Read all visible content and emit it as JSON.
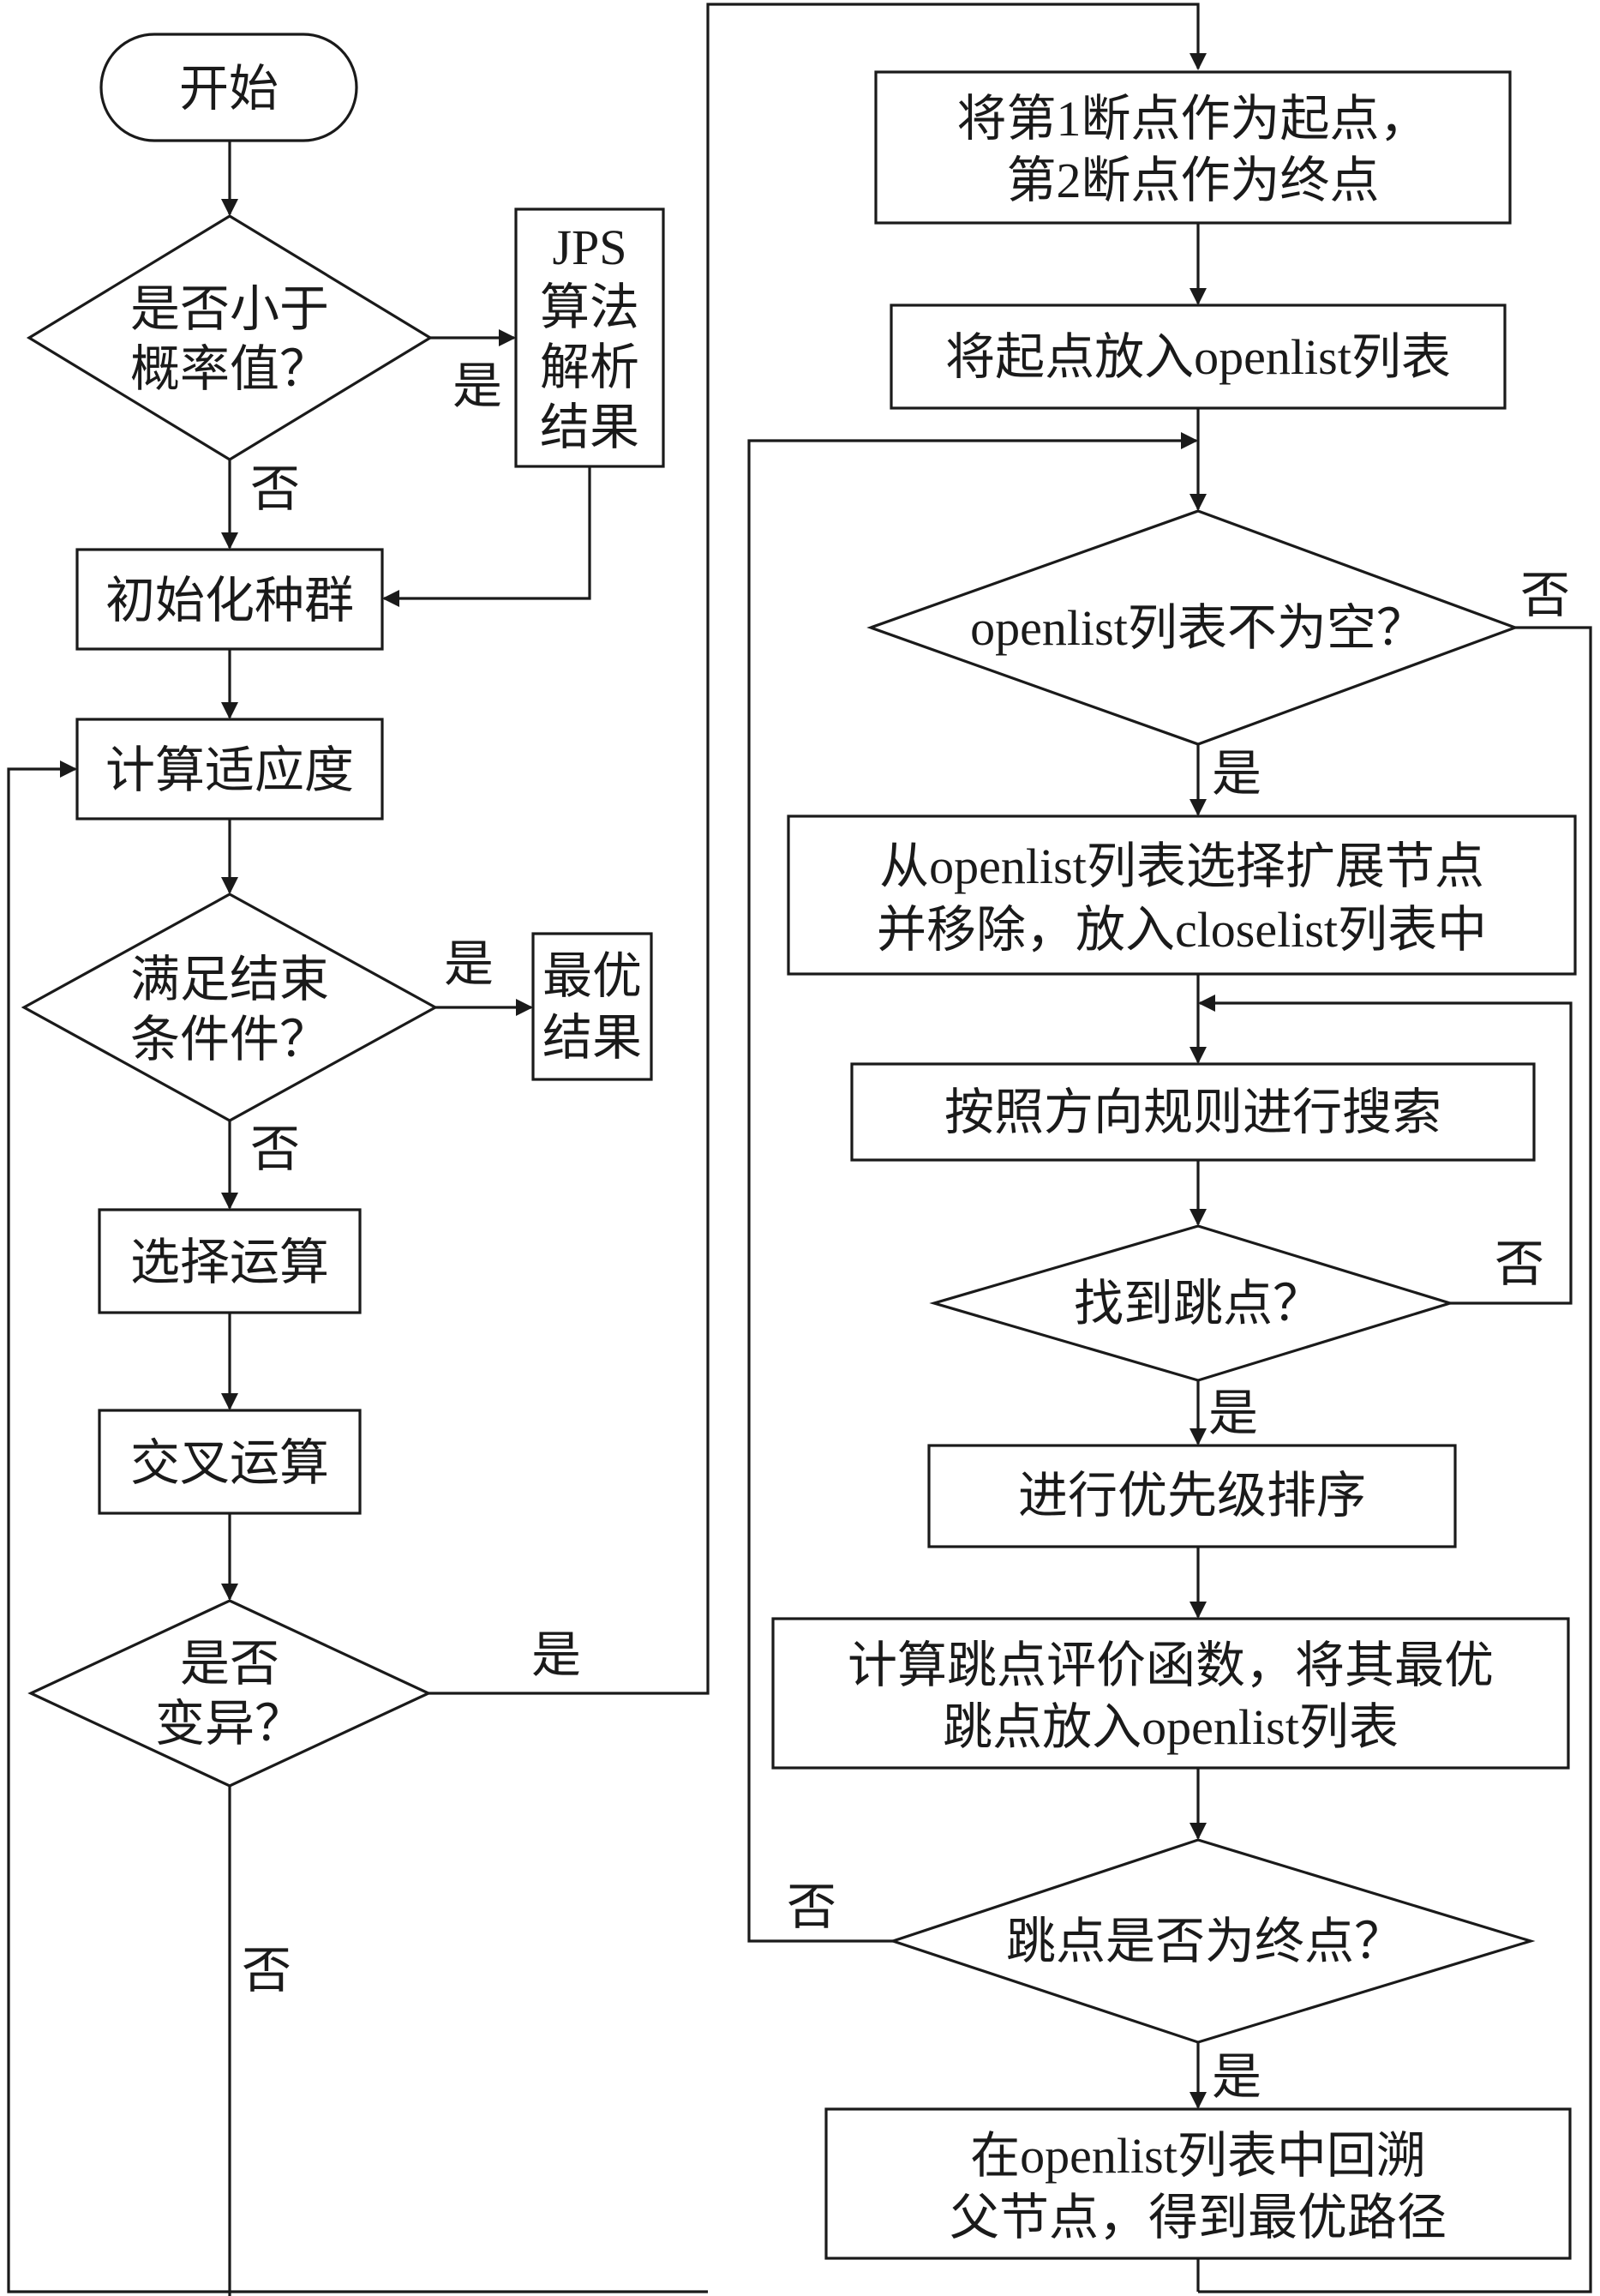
{
  "nodes": {
    "start": "开始",
    "prob_check": [
      "是否小于",
      "概率值？"
    ],
    "jps_result": [
      "JPS",
      "算法",
      "解析",
      "结果"
    ],
    "init_population": "初始化种群",
    "calc_fitness": "计算适应度",
    "end_condition": [
      "满足结束",
      "条件件？"
    ],
    "best_result": [
      "最优",
      "结果"
    ],
    "selection": "选择运算",
    "crossover": "交叉运算",
    "mutation_check": [
      "是否",
      "变异？"
    ],
    "set_points": [
      "将第1断点作为起点，",
      "第2断点作为终点"
    ],
    "put_start_openlist": "将起点放入openlist列表",
    "openlist_not_empty": "openlist列表不为空？",
    "select_expand_node": [
      "从openlist列表选择扩展节点",
      "并移除，放入closelist列表中"
    ],
    "search_direction": "按照方向规则进行搜索",
    "found_jump_point": "找到跳点？",
    "priority_sort": "进行优先级排序",
    "eval_jump_point": [
      "计算跳点评价函数，将其最优",
      "跳点放入openlist列表"
    ],
    "jump_is_goal": "跳点是否为终点？",
    "backtrack": [
      "在openlist列表中回溯",
      "父节点，得到最优路径"
    ]
  },
  "edge_labels": {
    "yes": "是",
    "no": "否"
  }
}
